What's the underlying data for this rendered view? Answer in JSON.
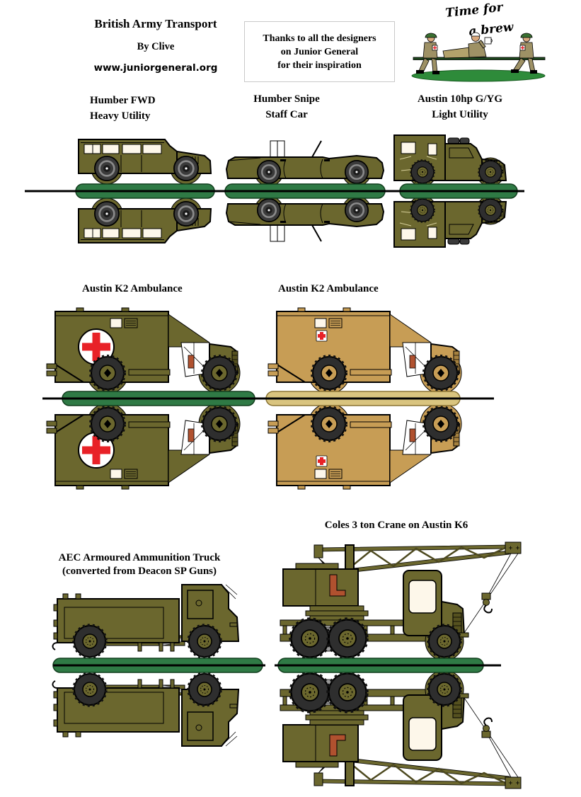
{
  "header": {
    "title": "British Army Transport",
    "byline": "By Clive",
    "website": "www.juniorgeneral.org",
    "thanks_line1": "Thanks to all the designers",
    "thanks_line2": "on Junior General",
    "thanks_line3": "for their inspiration",
    "brew_line1": "Time for",
    "brew_line2": "a brew"
  },
  "vehicles": {
    "humber_fwd": {
      "line1": "Humber FWD",
      "line2": "Heavy Utility"
    },
    "humber_snipe": {
      "line1": "Humber Snipe",
      "line2": "Staff Car"
    },
    "austin_10hp": {
      "line1": "Austin 10hp G/YG",
      "line2": "Light Utility"
    },
    "austin_k2_olive": {
      "line1": "Austin K2 Ambulance"
    },
    "austin_k2_desert": {
      "line1": "Austin K2 Ambulance"
    },
    "coles_crane": {
      "line1": "Coles 3 ton Crane on Austin K6"
    },
    "aec_truck": {
      "line1": "AEC Armoured Ammunition Truck",
      "line2": "(converted from Deacon SP Guns)"
    }
  },
  "colors": {
    "olive": "#6b672e",
    "olive_dark": "#55511f",
    "green_base": "#2f7a45",
    "tan": "#c79d55",
    "tan_base": "#d9c47f",
    "red_cross": "#e82127",
    "window_cream": "#fdf7ea",
    "seat_sienna": "#b0512f",
    "metal_gray": "#9a9a9a",
    "figure_base_green": "#2e8b3a",
    "uniform_khaki": "#9e9165",
    "helmet_green": "#3a7031",
    "skin": "#d9a97e",
    "tire": "#2e2e2e"
  }
}
